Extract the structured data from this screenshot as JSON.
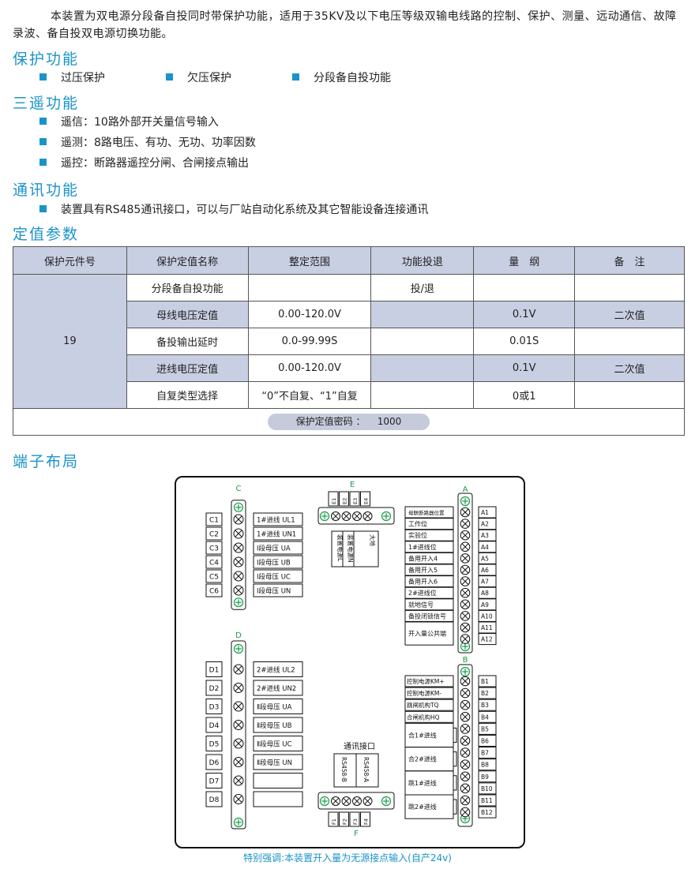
{
  "intro": "本装置为双电源分段备自投同时带保护功能，适用于35KV及以下电压等级双输电线路的控制、保护、测量、远动通信、故障录波、备自投双电源切换功能。",
  "sections": {
    "protection": {
      "title": "保护功能",
      "items": [
        "过压保护",
        "欠压保护",
        "分段备自投功能"
      ]
    },
    "remote": {
      "title": "三遥功能",
      "items": [
        "遥信：10路外部开关量信号输入",
        "遥测：8路电压、有功、无功、功率因数",
        "遥控：断路器遥控分闸、合闸接点输出"
      ]
    },
    "comm": {
      "title": "通讯功能",
      "items": [
        "装置具有RS485通讯接口，可以与厂站自动化系统及其它智能设备连接通讯"
      ]
    },
    "params": {
      "title": "定值参数"
    },
    "terminal": {
      "title": "端子布局"
    }
  },
  "table": {
    "headers": [
      "保护元件号",
      "保护定值名称",
      "整定范围",
      "功能投退",
      "量　纲",
      "备　注"
    ],
    "element_no": "19",
    "rows": [
      {
        "name": "分段备自投功能",
        "range": "",
        "onoff": "投/退",
        "unit": "",
        "note": ""
      },
      {
        "name": "母线电压定值",
        "range": "0.00-120.0V",
        "onoff": "",
        "unit": "0.1V",
        "note": "二次值"
      },
      {
        "name": "备投输出延时",
        "range": "0.0-99.99S",
        "onoff": "",
        "unit": "0.01S",
        "note": ""
      },
      {
        "name": "进线电压定值",
        "range": "0.00-120.0V",
        "onoff": "",
        "unit": "0.1V",
        "note": "二次值"
      },
      {
        "name": "自复类型选择",
        "range": "“0”不自复、“1”自复",
        "onoff": "",
        "unit": "0或1",
        "note": ""
      }
    ],
    "password_label": "保护定值密码 ：",
    "password_value": "1000"
  },
  "diagram": {
    "C": {
      "label": "C",
      "codes": [
        "C1",
        "C2",
        "C3",
        "C4",
        "C5",
        "C6"
      ],
      "signals": [
        "1#进线 UL1",
        "1#进线 UN1",
        "Ⅰ段母压 UA",
        "Ⅰ段母压 UB",
        "Ⅰ段母压 UC",
        "Ⅰ段母压 UN"
      ]
    },
    "D": {
      "label": "D",
      "codes": [
        "D1",
        "D2",
        "D3",
        "D4",
        "D5",
        "D6",
        "D7",
        "D8"
      ],
      "signals": [
        "2#进线 UL2",
        "2#进线 UN2",
        "Ⅱ段母压 UA",
        "Ⅱ段母压 UB",
        "Ⅱ段母压 UC",
        "Ⅱ段母压 UN",
        "",
        ""
      ]
    },
    "E": {
      "label": "E",
      "codes": [
        "E1",
        "E2",
        "E3",
        "E4"
      ],
      "signals": [
        "装置电源L",
        "装置电源N",
        "大地"
      ]
    },
    "F": {
      "label": "F",
      "codes": [
        "F1",
        "F2",
        "F3",
        "F4"
      ],
      "title": "通讯接口",
      "signals": [
        "RS458-B",
        "RS458-A"
      ]
    },
    "A": {
      "label": "A",
      "codes": [
        "A1",
        "A2",
        "A3",
        "A4",
        "A5",
        "A6",
        "A7",
        "A8",
        "A9",
        "A10",
        "A11",
        "A12"
      ],
      "signals": [
        "母联断路器位置",
        "工作位",
        "实验位",
        "1#进线位",
        "备用开入4",
        "备用开入5",
        "备用开入6",
        "2#进线位",
        "就地信号",
        "备投闭锁信号",
        "开入量公共端"
      ]
    },
    "B": {
      "label": "B",
      "codes": [
        "B1",
        "B2",
        "B3",
        "B4",
        "B5",
        "B6",
        "B7",
        "B8",
        "B9",
        "B10",
        "B11",
        "B12"
      ],
      "signals": [
        "控制电源KM+",
        "控制电源KM-",
        "跳闸机构TQ",
        "合闸机构HQ",
        "合1#进线",
        "合2#进线",
        "跳1#进线",
        "跳2#进线"
      ]
    }
  },
  "caption": "特别强调:本装置开入量为无源接点输入(自产24v)",
  "colors": {
    "accent": "#1a93c8",
    "table_shade": "#c9cfe2",
    "terminal_green": "#1a9a4a"
  }
}
